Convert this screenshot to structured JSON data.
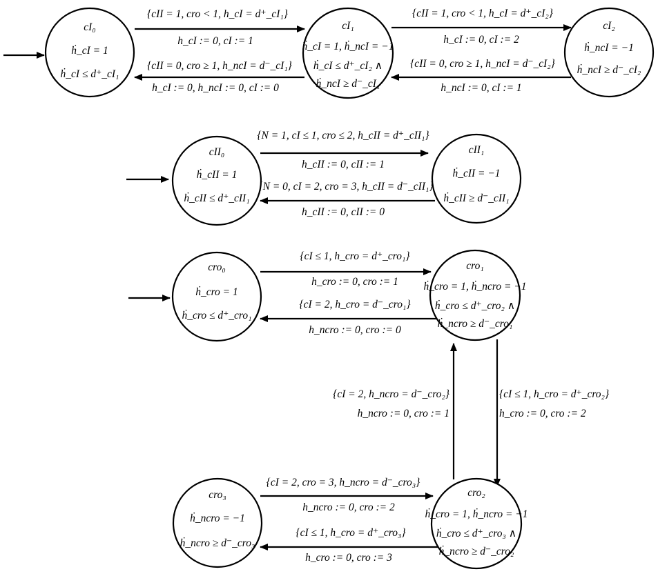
{
  "automata": [
    {
      "states": [
        {
          "name": "cI₀",
          "lines": [
            "ḣ_cI = 1",
            "ḣ_cI ≤ d⁺_cI₁"
          ]
        },
        {
          "name": "cI₁",
          "lines": [
            "ḣ_cI = 1, ḣ_ncI = −1",
            "ḣ_cI ≤ d⁺_cI₂ ∧",
            "ḣ_ncI ≥ d⁻_cI₁"
          ]
        },
        {
          "name": "cI₂",
          "lines": [
            "ḣ_ncI = −1",
            "ḣ_ncI ≥ d⁻_cI₂"
          ]
        }
      ],
      "transitions": [
        {
          "guard": "{cII = 1, cro < 1, h_cI = d⁺_cI₁}",
          "reset": "h_cI := 0, cI := 1"
        },
        {
          "guard": "{cII = 0, cro ≥ 1, h_ncI = d⁻_cI₁}",
          "reset": "h_cI := 0, h_ncI := 0, cI := 0"
        },
        {
          "guard": "{cII = 1, cro < 1, h_cI = d⁺_cI₂}",
          "reset": "h_cI := 0, cI := 2"
        },
        {
          "guard": "{cII = 0, cro ≥ 1, h_ncI = d⁻_cI₂}",
          "reset": "h_ncI := 0, cI := 1"
        }
      ]
    },
    {
      "states": [
        {
          "name": "cII₀",
          "lines": [
            "ḣ_cII = 1",
            "ḣ_cII ≤ d⁺_cII₁"
          ]
        },
        {
          "name": "cII₁",
          "lines": [
            "ḣ_cII = −1",
            "ḣ_cII ≥ d⁻_cII₁"
          ]
        }
      ],
      "transitions": [
        {
          "guard": "{N = 1, cI ≤ 1, cro ≤ 2, h_cII = d⁺_cII₁}",
          "reset": "h_cII := 0, cII := 1"
        },
        {
          "guard": "{N = 0, cI = 2, cro = 3, h_cII = d⁻_cII₁}",
          "reset": "h_cII := 0, cII := 0"
        }
      ]
    },
    {
      "states": [
        {
          "name": "cro₀",
          "lines": [
            "ḣ_cro = 1",
            "ḣ_cro ≤ d⁺_cro₁"
          ]
        },
        {
          "name": "cro₁",
          "lines": [
            "ḣ_cro = 1, ḣ_ncro = −1",
            "ḣ_cro ≤ d⁺_cro₂ ∧",
            "ḣ_ncro ≥ d⁻_cro₁"
          ]
        },
        {
          "name": "cro₂",
          "lines": [
            "ḣ_cro = 1, ḣ_ncro = −1",
            "ḣ_cro ≤ d⁺_cro₃ ∧",
            "ḣ_ncro ≥ d⁻_cro₂"
          ]
        },
        {
          "name": "cro₃",
          "lines": [
            "ḣ_ncro = −1",
            "ḣ_ncro ≥ d⁻_cro₃"
          ]
        }
      ],
      "transitions": [
        {
          "guard": "{cI ≤ 1, h_cro = d⁺_cro₁}",
          "reset": "h_cro := 0, cro := 1"
        },
        {
          "guard": "{cI = 2, h_cro = d⁻_cro₁}",
          "reset": "h_ncro := 0, cro := 0"
        },
        {
          "guard": "{cI = 2, h_ncro = d⁻_cro₂}",
          "reset": "h_ncro := 0, cro := 1"
        },
        {
          "guard": "{cI ≤ 1, h_cro = d⁺_cro₂}",
          "reset": "h_cro := 0, cro := 2"
        },
        {
          "guard": "{cI = 2, cro = 3, h_ncro = d⁻_cro₃}",
          "reset": "h_ncro := 0, cro := 2"
        },
        {
          "guard": "{cI ≤ 1, h_cro = d⁺_cro₃}",
          "reset": "h_cro := 0, cro := 3"
        }
      ]
    }
  ]
}
